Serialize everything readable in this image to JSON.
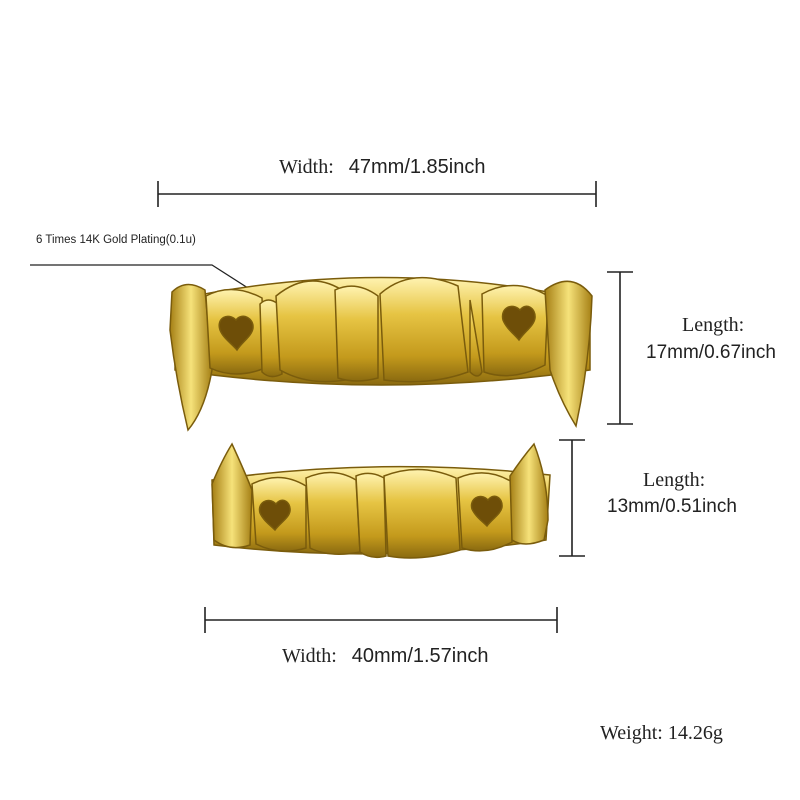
{
  "top_width": {
    "label": "Width:",
    "value": "47mm/1.85inch"
  },
  "plating_note": "6 Times  14K  Gold  Plating(0.1u)",
  "top_length": {
    "label": "Length:",
    "value": "17mm/0.67inch"
  },
  "bottom_length": {
    "label": "Length:",
    "value": "13mm/0.51inch"
  },
  "bottom_width": {
    "label": "Width:",
    "value": "40mm/1.57inch"
  },
  "weight": "Weight: 14.26g",
  "colors": {
    "gold": "#d9b833",
    "gold_dark": "#8a6a10",
    "gold_light": "#fbeaa0",
    "line": "#222222"
  }
}
